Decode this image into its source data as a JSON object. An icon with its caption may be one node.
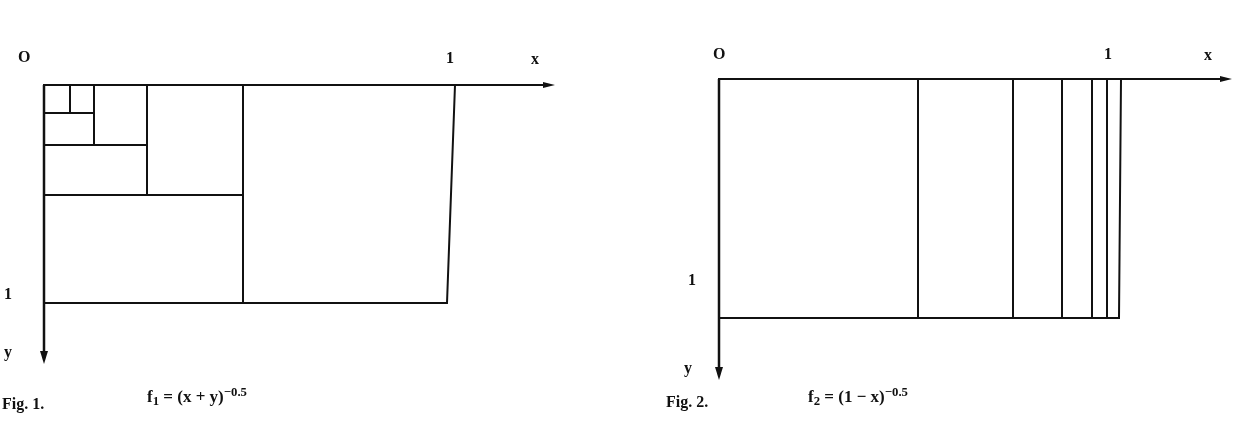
{
  "diagram": {
    "labels": [
      "O",
      "1",
      "x",
      "1",
      "y",
      "Fig. 1.",
      "f$_{1}$ = (x + y)$^{−0.5}$",
      "O",
      "1",
      "x",
      "1",
      "y",
      "Fig. 2.",
      "f$_{2}$ = (1 − x)$^{−0.5}$"
    ]
  }
}
